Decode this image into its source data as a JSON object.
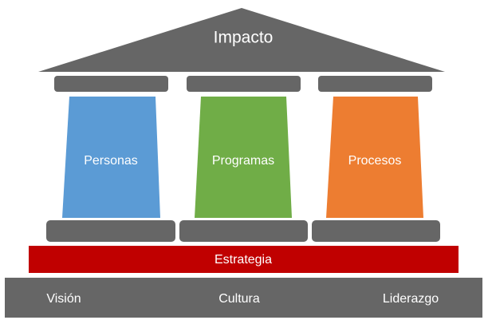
{
  "roof": {
    "label": "Impacto"
  },
  "pillars": [
    {
      "label": "Personas",
      "color": "#5b9bd5"
    },
    {
      "label": "Programas",
      "color": "#70ad47"
    },
    {
      "label": "Procesos",
      "color": "#ed7d31"
    }
  ],
  "strategy": {
    "label": "Estrategia",
    "color": "#c00000"
  },
  "foundation": {
    "items": [
      {
        "label": "Visión"
      },
      {
        "label": "Cultura"
      },
      {
        "label": "Liderazgo"
      }
    ]
  },
  "colors": {
    "structure": "#666666",
    "text": "#ffffff"
  }
}
